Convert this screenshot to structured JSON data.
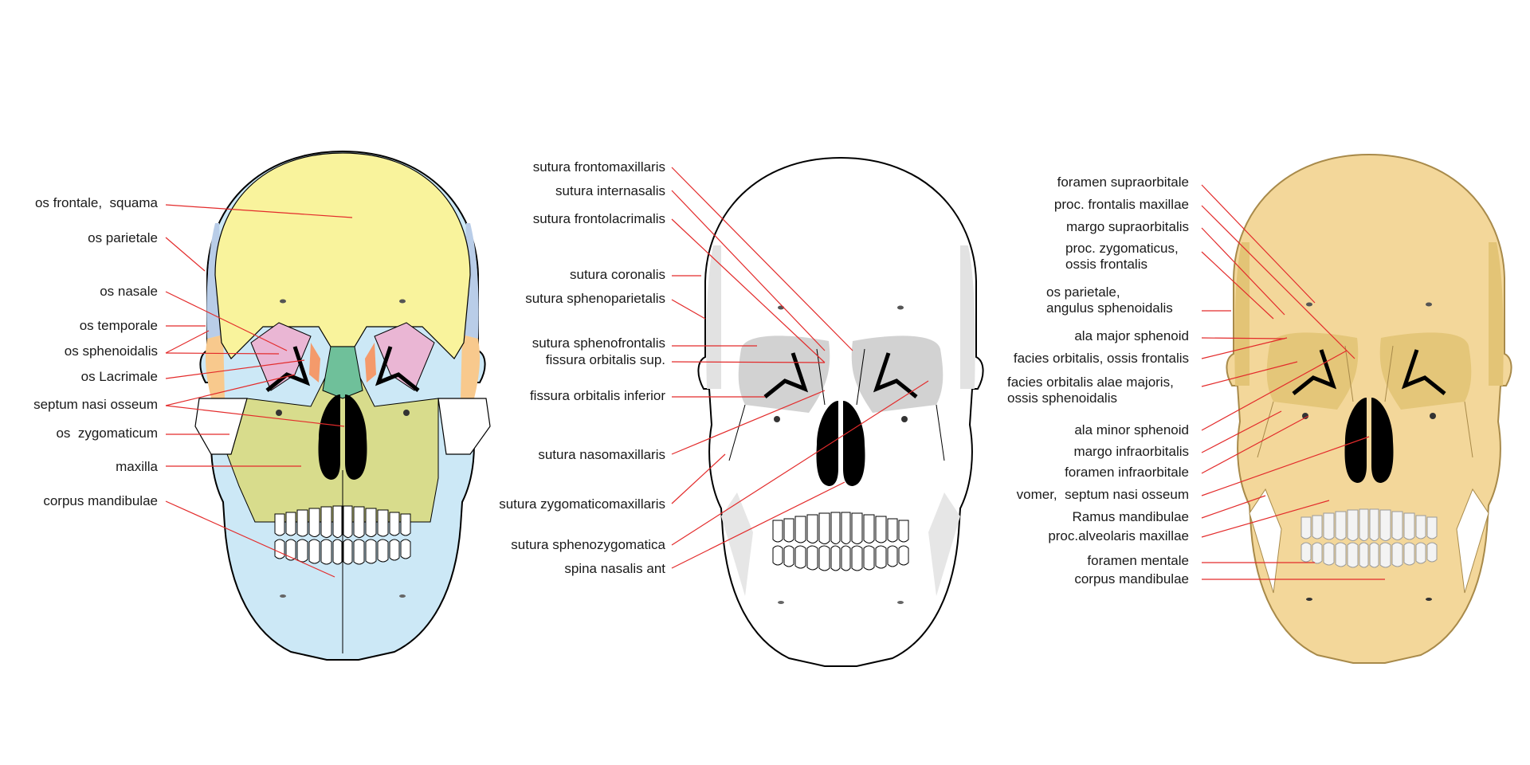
{
  "figure": {
    "colors": {
      "frontal": "#f9f39c",
      "parietal": "#b9cde8",
      "temporal": "#f8c98d",
      "sphenoid": "#eab6d4",
      "nasal": "#6fc09a",
      "lacrimal": "#f49a6b",
      "zygomatic": "#ffffff",
      "maxilla": "#d8dc8c",
      "mandible": "#cce8f6",
      "bone_yellow": "#f3d79a",
      "bone_yellow_dark": "#dfbb63",
      "grey_shade": "#d8d8d8",
      "leader_line": "#e32b2b",
      "outline": "#000000"
    },
    "skull_bones": {
      "labels": [
        "os frontale,  squama",
        "os parietale",
        "os nasale",
        "os temporale",
        "os sphenoidalis",
        "os Lacrimale",
        "septum nasi osseum",
        "os  zygomaticum",
        "maxilla",
        "corpus mandibulae"
      ]
    },
    "skull_sutures": {
      "labels": [
        "sutura frontomaxillaris",
        "sutura internasalis",
        "sutura frontolacrimalis",
        "sutura coronalis",
        "sutura sphenoparietalis",
        "sutura sphenofrontalis",
        "fissura orbitalis sup.",
        "fissura orbitalis inferior",
        "sutura nasomaxillaris",
        "sutura zygomaticomaxillaris",
        "sutura sphenozygomatica",
        "spina nasalis ant"
      ]
    },
    "skull_landmarks": {
      "labels": [
        "foramen supraorbitale",
        "proc. frontalis maxillae",
        "margo supraorbitalis",
        "proc. zygomaticus,\nossis frontalis",
        "os parietale,\nangulus sphenoidalis",
        "ala major sphenoid",
        "facies orbitalis, ossis frontalis",
        "facies orbitalis alae majoris,\nossis sphenoidalis",
        "ala minor sphenoid",
        "margo infraorbitalis",
        "foramen infraorbitale",
        "vomer,  septum nasi osseum",
        "Ramus mandibulae",
        "proc.alveolaris maxillae",
        "foramen mentale",
        "corpus mandibulae"
      ]
    }
  }
}
